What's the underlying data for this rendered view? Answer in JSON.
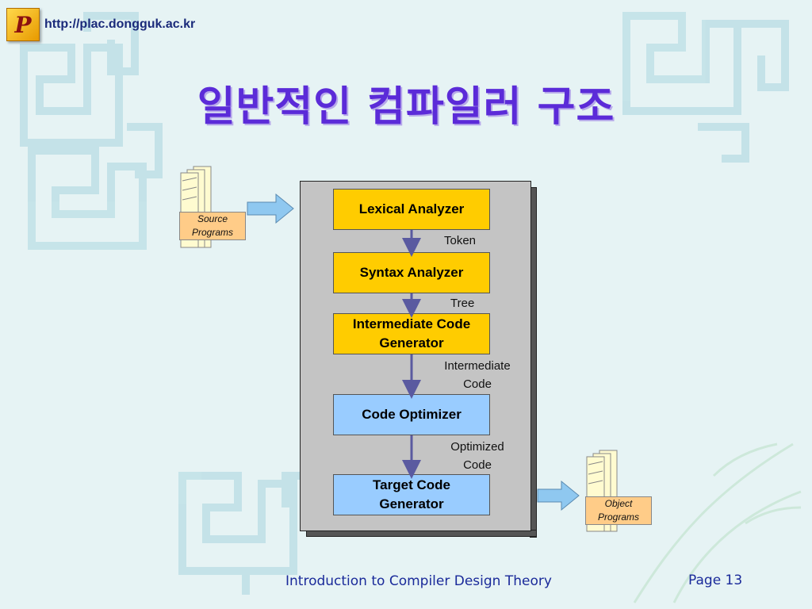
{
  "header": {
    "logo_letter": "P",
    "url": "http://plac.dongguk.ac.kr"
  },
  "title": "일반적인 컴파일러 구조",
  "source_label": [
    "Source",
    "Programs"
  ],
  "object_label": [
    "Object",
    "Programs"
  ],
  "stages": [
    {
      "lines": [
        "Lexical Analyzer"
      ],
      "color": "#ffcc00"
    },
    {
      "lines": [
        "Syntax Analyzer"
      ],
      "color": "#ffcc00"
    },
    {
      "lines": [
        "Intermediate Code",
        "Generator"
      ],
      "color": "#ffcc00"
    },
    {
      "lines": [
        "Code Optimizer"
      ],
      "color": "#99ccff"
    },
    {
      "lines": [
        "Target Code",
        "Generator"
      ],
      "color": "#99ccff"
    }
  ],
  "connections": [
    {
      "lines": [
        "Token"
      ]
    },
    {
      "lines": [
        "Tree"
      ]
    },
    {
      "lines": [
        "Intermediate",
        "Code"
      ]
    },
    {
      "lines": [
        "Optimized",
        "Code"
      ]
    }
  ],
  "footer": {
    "course": "Introduction to Compiler Design Theory",
    "page": "Page 13"
  },
  "colors": {
    "title": "#5b2bd8",
    "url": "#1a2a7a",
    "footer": "#1a2a9a",
    "arrow": "#5a5aa0",
    "input_arrow": "#8fc8f0"
  }
}
